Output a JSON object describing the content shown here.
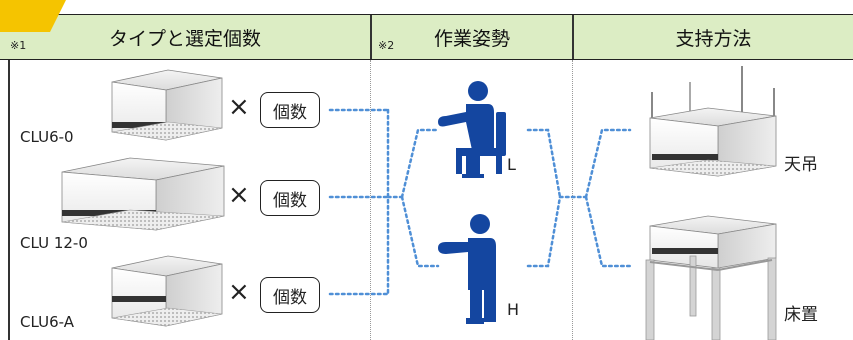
{
  "header": {
    "col1_title": "タイプと選定個数",
    "col2_title": "作業姿勢",
    "col3_title": "支持方法",
    "note1": "※1",
    "note2": "※2"
  },
  "units": [
    {
      "model": "CLU6-0",
      "multiply": "×",
      "count_label": "個数"
    },
    {
      "model": "CLU 12-0",
      "multiply": "×",
      "count_label": "個数"
    },
    {
      "model": "CLU6-A",
      "multiply": "×",
      "count_label": "個数"
    }
  ],
  "postures": [
    {
      "code": "L"
    },
    {
      "code": "H"
    }
  ],
  "supports": [
    {
      "label": "天吊"
    },
    {
      "label": "床置"
    }
  ],
  "colors": {
    "header_bg": "#dcedc4",
    "accent_yellow": "#f5c400",
    "figure_blue": "#1446a0",
    "connector_blue": "#4f8fd6"
  }
}
